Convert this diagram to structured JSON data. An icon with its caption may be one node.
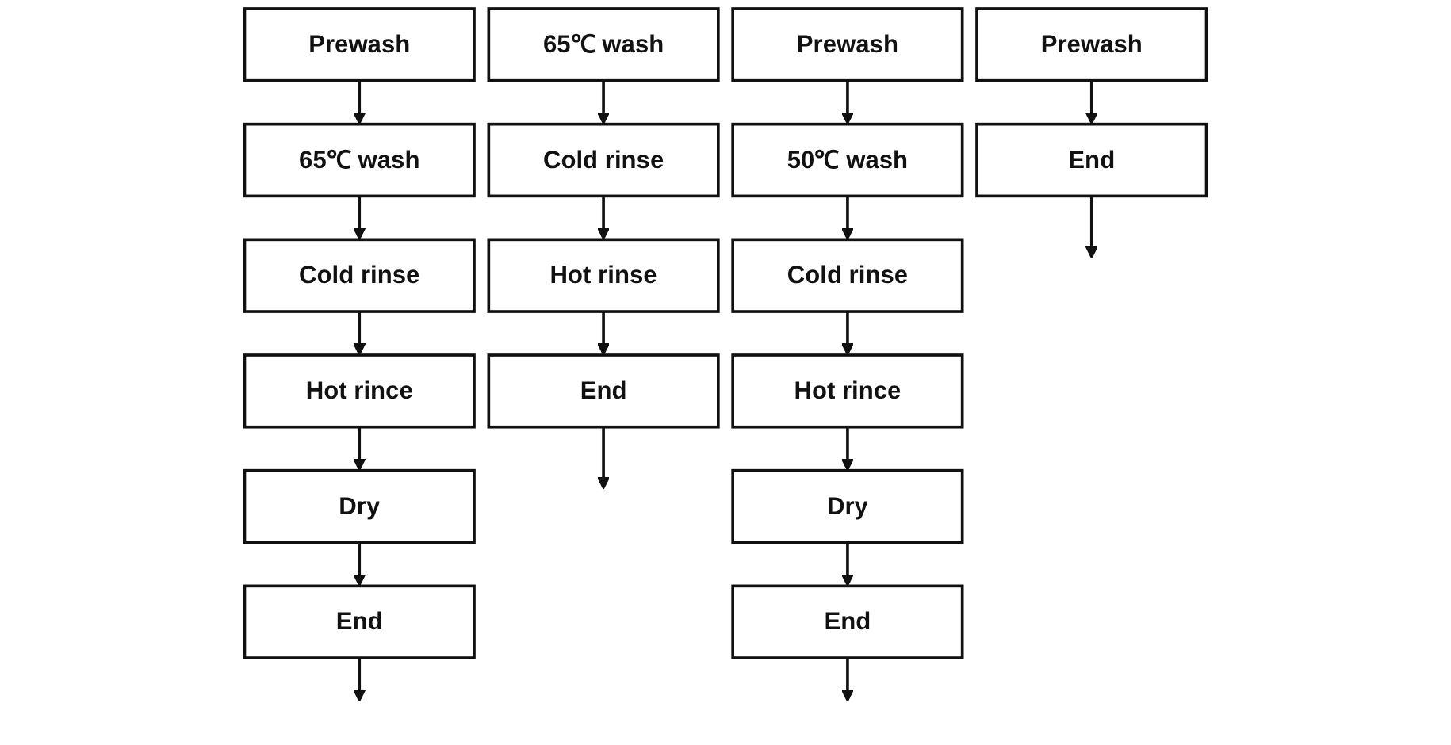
{
  "diagram": {
    "nodes": [
      {
        "text": [
          "Prewash"
        ]
      },
      {
        "text": [
          "65℃ wash"
        ]
      },
      {
        "text": [
          "Cold rinse"
        ]
      },
      {
        "text": [
          "Hot rince"
        ]
      },
      {
        "text": [
          "Dry"
        ]
      },
      {
        "text": [
          "End"
        ]
      },
      {
        "text": [
          "65℃ wash"
        ]
      },
      {
        "text": [
          "Cold rinse"
        ]
      },
      {
        "text": [
          "Hot rinse"
        ]
      },
      {
        "text": [
          "End"
        ]
      },
      {
        "text": [
          "Prewash"
        ]
      },
      {
        "text": [
          "50℃ wash"
        ]
      },
      {
        "text": [
          "Cold rinse"
        ]
      },
      {
        "text": [
          "Hot rince"
        ]
      },
      {
        "text": [
          "Dry"
        ]
      },
      {
        "text": [
          "End"
        ]
      },
      {
        "text": [
          "Prewash"
        ]
      },
      {
        "text": [
          "End"
        ]
      }
    ],
    "edges": [
      {
        "from": 0,
        "to": 1,
        "arrow": "to"
      },
      {
        "from": 1,
        "to": 2,
        "arrow": "to"
      },
      {
        "from": 2,
        "to": 3,
        "arrow": "to"
      },
      {
        "from": 3,
        "to": 4,
        "arrow": "to"
      },
      {
        "from": 4,
        "to": 5,
        "arrow": "to"
      },
      {
        "from": 5,
        "to": null,
        "arrow": "to"
      },
      {
        "from": 6,
        "to": 7,
        "arrow": "to"
      },
      {
        "from": 7,
        "to": 8,
        "arrow": "to"
      },
      {
        "from": 8,
        "to": 9,
        "arrow": "to"
      },
      {
        "from": 9,
        "to": null,
        "arrow": "to"
      },
      {
        "from": 10,
        "to": 11,
        "arrow": "to"
      },
      {
        "from": 11,
        "to": 12,
        "arrow": "to"
      },
      {
        "from": 12,
        "to": 13,
        "arrow": "to"
      },
      {
        "from": 13,
        "to": 14,
        "arrow": "to"
      },
      {
        "from": 14,
        "to": 15,
        "arrow": "to"
      },
      {
        "from": 15,
        "to": null,
        "arrow": "to"
      },
      {
        "from": 16,
        "to": 17,
        "arrow": "to"
      },
      {
        "from": 17,
        "to": null,
        "arrow": "to"
      }
    ]
  }
}
